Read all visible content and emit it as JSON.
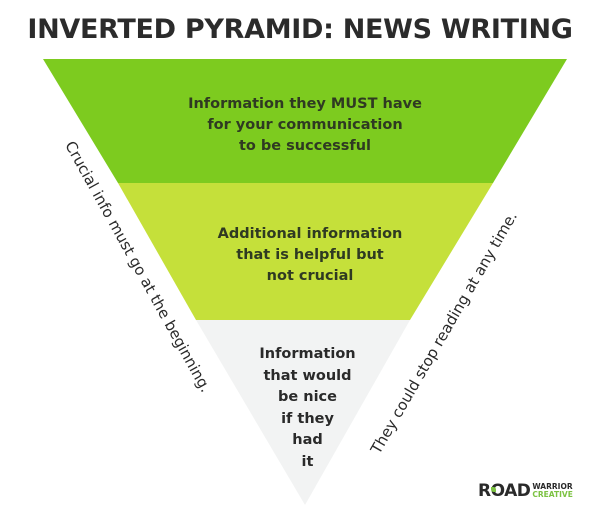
{
  "title": "INVERTED PYRAMID: NEWS WRITING",
  "colors": {
    "band1": "#7dcb1f",
    "band2": "#c5e03a",
    "band3": "#f2f3f3",
    "text": "#2b2b2b",
    "brand_green": "#7cc242"
  },
  "bands": [
    {
      "lines": [
        "Information they MUST have",
        "for your communication",
        "to be successful"
      ]
    },
    {
      "lines": [
        "Additional information",
        "that is helpful but",
        "not crucial"
      ]
    },
    {
      "lines": [
        "Information",
        "that would",
        "be nice",
        "if they",
        "had",
        "it"
      ]
    }
  ],
  "side_left": "Crucial info must go at the beginning.",
  "side_right": "They could stop reading at any time.",
  "logo": {
    "road": "ROAD",
    "warrior": "WARRIOR",
    "creative": "CREATIVE",
    "icon": "leaf-icon"
  }
}
